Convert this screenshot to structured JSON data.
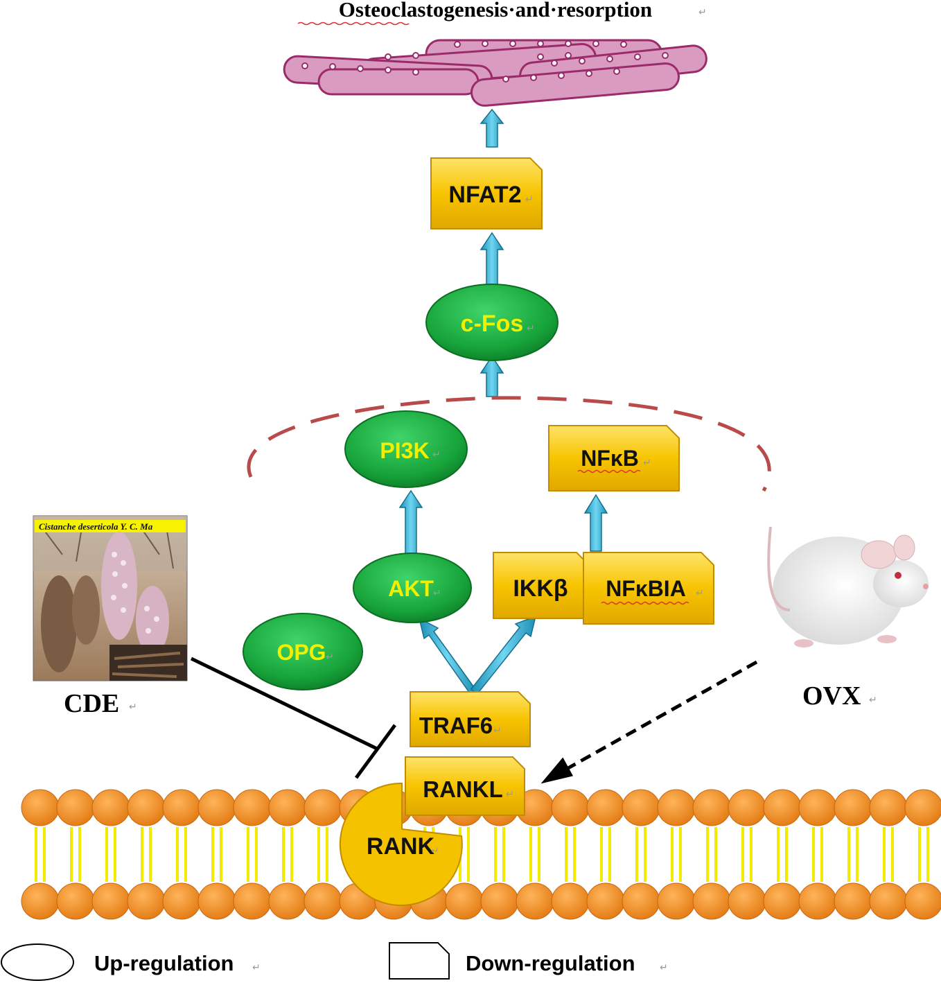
{
  "title": "Osteoclastogenesis·and·resorption",
  "photo_caption": "Cistanche deserticola Y. C. Ma",
  "nodes": {
    "nfat2": "NFAT2",
    "cfos": "c-Fos",
    "pi3k": "PI3K",
    "nfkb": "NFκB",
    "akt": "AKT",
    "ikkb": "IKKβ",
    "nfkbia": "NFκBIA",
    "opg": "OPG",
    "traf6": "TRAF6",
    "rankl": "RANKL",
    "rank": "RANK"
  },
  "labels": {
    "cde": "CDE",
    "ovx": "OVX"
  },
  "legend": {
    "up": "Up-regulation",
    "down": "Down-regulation"
  },
  "colors": {
    "box_fill": "#f5c200",
    "ellipse_fill": "#1faa40",
    "ellipse_text": "#f0f000",
    "arrow_fill": "#3ab7d8",
    "membrane_head": "#f08a1e",
    "membrane_tail": "#f2ea00",
    "organelle": "#d99bbf",
    "dashed_border": "#b84a4a"
  }
}
